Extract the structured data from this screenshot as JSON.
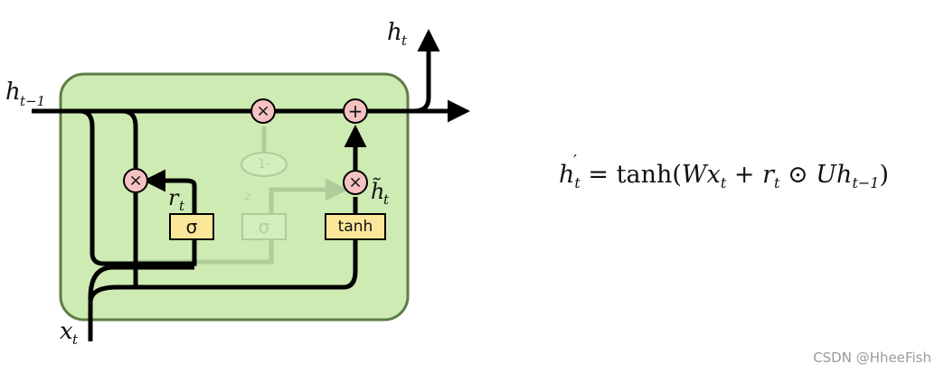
{
  "diagram": {
    "labels": {
      "h_prev": "h",
      "h_prev_sub": "t−1",
      "h_out": "h",
      "h_out_sub": "t",
      "x_in": "x",
      "x_in_sub": "t",
      "r_gate": "r",
      "r_gate_sub": "t",
      "h_tilde": "h̃",
      "h_tilde_sub": "t",
      "z_gate": "z",
      "z_gate_sub": "t"
    },
    "gates": {
      "sigma_reset": "σ",
      "sigma_update": "σ",
      "tanh": "tanh"
    },
    "ops": {
      "mult_top": "×",
      "add_top": "+",
      "mult_reset": "×",
      "mult_tanh": "×",
      "one_minus": "1-"
    },
    "colors": {
      "cell_fill": "#cdebb2",
      "cell_border": "#5e7d46",
      "op_fill": "#f4c2c2",
      "gate_fill": "#fbe79a"
    }
  },
  "equation": {
    "lhs": "h",
    "lhs_prime": "′",
    "lhs_sub": "t",
    "eq": " = tanh(",
    "W": "W",
    "x": "x",
    "x_sub": "t",
    "plus": " + ",
    "r": "r",
    "r_sub": "t",
    "odot": " ⊙ ",
    "U": "U",
    "h": "h",
    "h_sub": "t−1",
    "close": ")"
  },
  "watermark": "CSDN @HheeFish"
}
